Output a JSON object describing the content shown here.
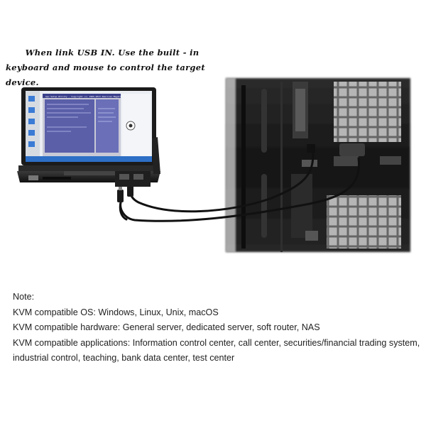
{
  "caption": {
    "line1": "When link USB IN. Use the built - in",
    "line2": "keyboard and mouse to control the target device."
  },
  "device_screen": {
    "window_title": "Gpu Setup Utility - Copyright (c) 1985-2013 American Megatrends, Inc."
  },
  "notes": {
    "heading": "Note:",
    "os": "KVM compatible OS: Windows, Linux, Unix, macOS",
    "hardware": "KVM compatible hardware: General server, dedicated server, soft router, NAS",
    "applications_1": "KVM compatible applications: Information control center, call center, securities/financial trading system,",
    "applications_2": "industrial control, teaching, bank data center, test center"
  },
  "colors": {
    "bios_blue": "#5a5fa8",
    "desktop_blue": "#2d6fc6",
    "server_dark": "#1c1c1c"
  }
}
